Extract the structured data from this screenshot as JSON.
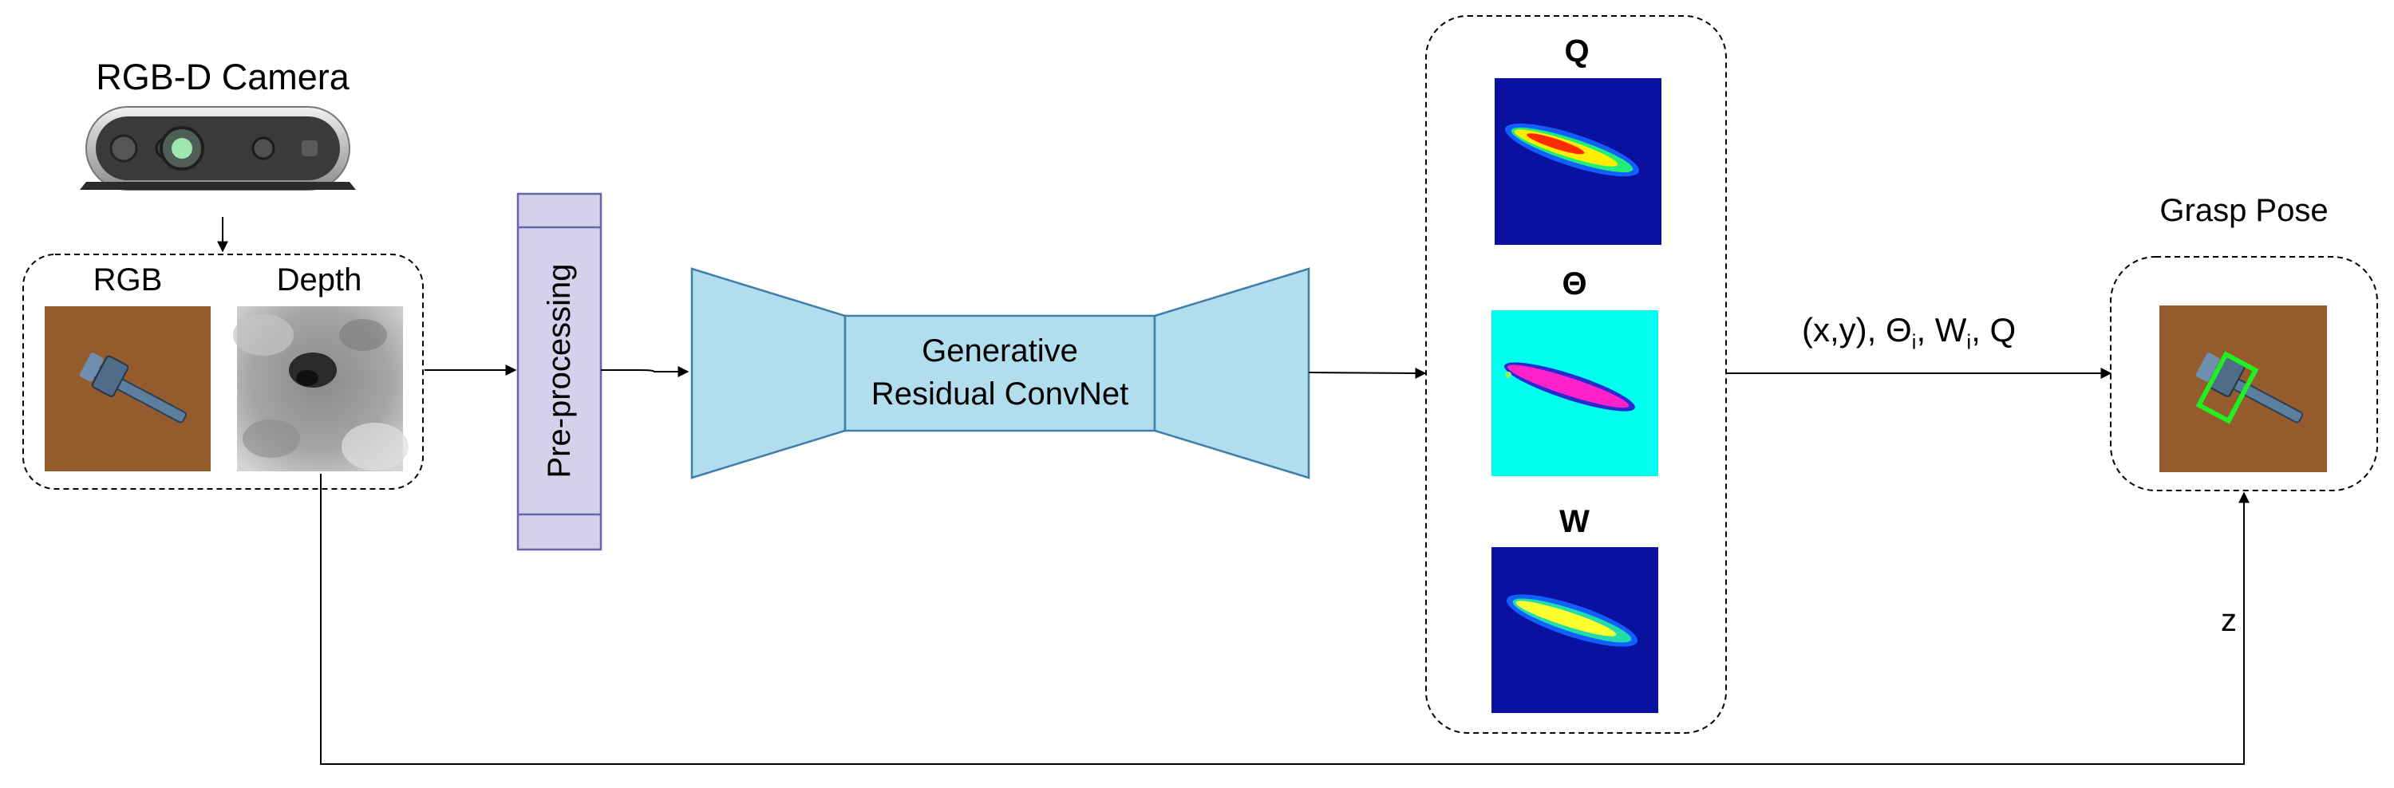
{
  "camera": {
    "title": "RGB-D Camera"
  },
  "inputs": {
    "rgb_label": "RGB",
    "depth_label": "Depth"
  },
  "preprocessing": {
    "label": "Pre-processing"
  },
  "network": {
    "line1": "Generative",
    "line2": "Residual ConvNet"
  },
  "outputs": {
    "q_label": "Q",
    "theta_label": "Θ",
    "w_label": "W"
  },
  "grasp": {
    "title": "Grasp Pose",
    "params_xy": "(x,y), Θ",
    "params_i1": "i",
    "params_w": ", W",
    "params_i2": "i",
    "params_q": ", Q",
    "z_label": "z"
  },
  "colors": {
    "preprocess_fill": "#d3d2ea",
    "preprocess_stroke": "#6a64a8",
    "network_fill": "#b1dded",
    "network_stroke": "#3d7fa8",
    "heatmap_background": "#0a10a0",
    "theta_background": "#00ffee",
    "grasp_box": "#22ee22"
  }
}
